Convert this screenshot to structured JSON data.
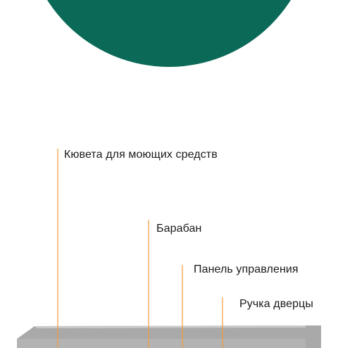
{
  "colors": {
    "drum_circle": "#0b6a57",
    "leader_lines": "#f29a3a",
    "machine_top": "#a9a9a9",
    "machine_top_edge": "#c9c9c9",
    "machine_front": "#b3b3b3"
  },
  "callouts": [
    {
      "id": "detergent",
      "label": "Кювета для моющих средств"
    },
    {
      "id": "drum",
      "label": "Барабан"
    },
    {
      "id": "panel",
      "label": "Панель управления"
    },
    {
      "id": "handle",
      "label": "Ручка дверцы"
    }
  ]
}
